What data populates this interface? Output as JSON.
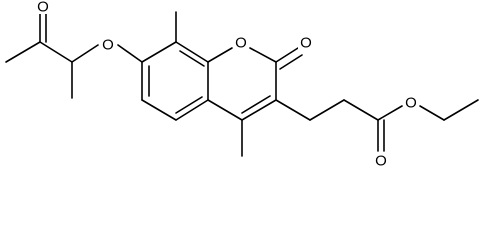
{
  "colors": {
    "background": "#ffffff",
    "bond": "#000000",
    "text": "#000000"
  },
  "atoms": [
    {
      "id": "o-ether-left",
      "label": "O"
    },
    {
      "id": "o-ketone",
      "label": "O"
    },
    {
      "id": "o-ring",
      "label": "O"
    },
    {
      "id": "o-lactone-carbonyl",
      "label": "O"
    },
    {
      "id": "o-ester-single",
      "label": "O"
    },
    {
      "id": "o-ester-carbonyl",
      "label": "O"
    }
  ]
}
